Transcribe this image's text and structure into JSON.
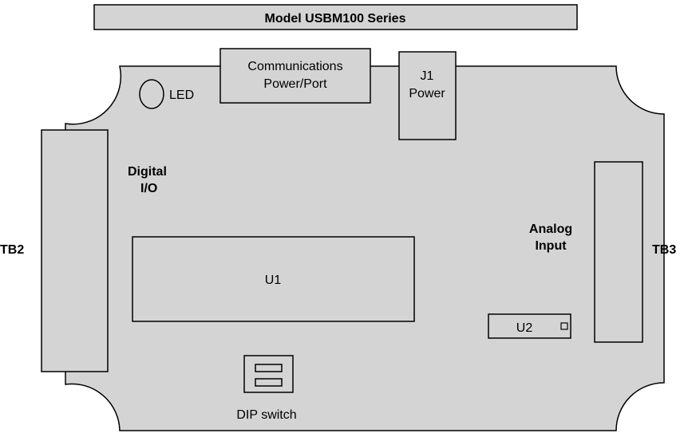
{
  "title": "Model USBM100 Series",
  "labels": {
    "led": "LED",
    "comm_line1": "Communications",
    "comm_line2": "Power/Port",
    "j1_line1": "J1",
    "j1_line2": "Power",
    "digital_line1": "Digital",
    "digital_line2": "I/O",
    "tb2": "TB2",
    "analog_line1": "Analog",
    "analog_line2": "Input",
    "tb3": "TB3",
    "u1": "U1",
    "u2": "U2",
    "dip": "DIP switch"
  },
  "colors": {
    "board": "#d4d4d4",
    "stroke": "#000000",
    "background": "#ffffff"
  }
}
